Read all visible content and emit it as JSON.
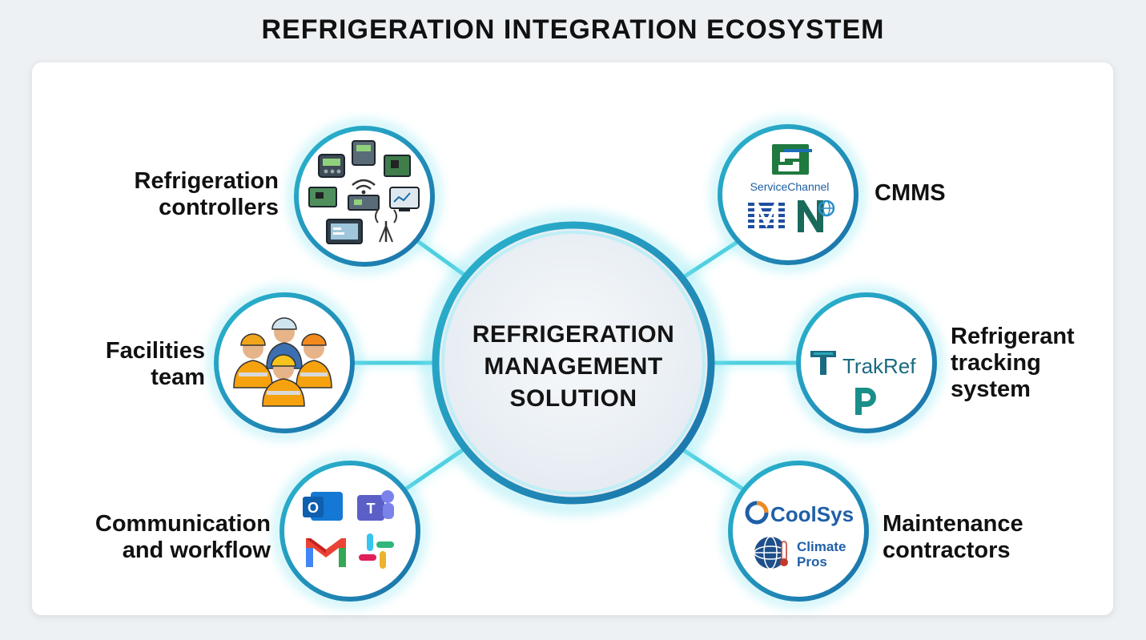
{
  "title": "REFRIGERATION INTEGRATION ECOSYSTEM",
  "hub": {
    "line1": "REFRIGERATION",
    "line2": "MANAGEMENT",
    "line3": "SOLUTION"
  },
  "nodes": {
    "controllers": {
      "line1": "Refrigeration",
      "line2": "controllers",
      "icon": "controller-devices-icon"
    },
    "facilities": {
      "line1": "Facilities",
      "line2": "team",
      "icon": "workers-icon"
    },
    "communication": {
      "line1": "Communication",
      "line2": "and workflow",
      "icon": "messaging-apps-icon"
    },
    "cmms": {
      "line1": "CMMS",
      "logo_text": "ServiceChannel",
      "icon": "cmms-logos-icon"
    },
    "tracking": {
      "line1": "Refrigerant",
      "line2": "tracking",
      "line3": "system",
      "logo_text": "TrakRef",
      "icon": "tracking-logos-icon"
    },
    "contractors": {
      "line1": "Maintenance",
      "line2": "contractors",
      "logo_text_1": "CoolSys",
      "logo_text_2": "Climate",
      "logo_text_3": "Pros",
      "icon": "contractor-logos-icon"
    }
  },
  "colors": {
    "ring": "#1f8fb8",
    "ring_glow": "#7ee3f0",
    "connector": "#3cc5d8",
    "hub_fill": "#eef2f6"
  }
}
